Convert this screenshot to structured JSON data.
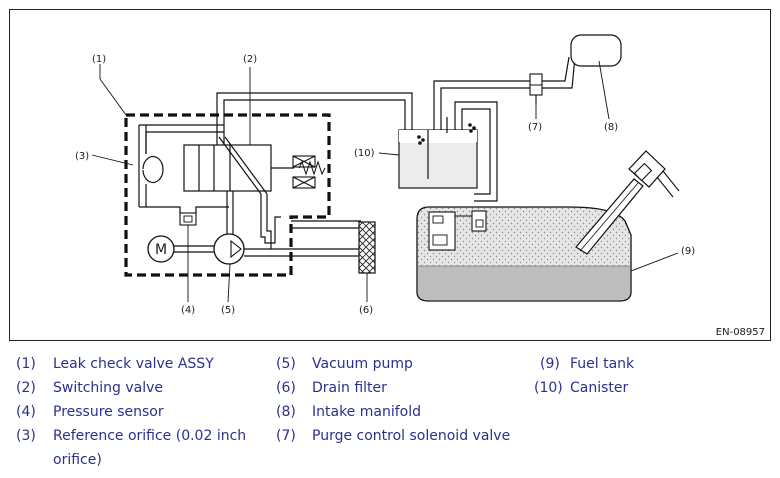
{
  "diagram": {
    "code": "EN-08957",
    "callouts": {
      "c1": "(1)",
      "c2": "(2)",
      "c3": "(3)",
      "c4": "(4)",
      "c5": "(5)",
      "c6": "(6)",
      "c7": "(7)",
      "c8": "(8)",
      "c9": "(9)",
      "c10": "(10)"
    },
    "motor_letter": "M"
  },
  "legend": {
    "col1": [
      {
        "num": "(1)",
        "text": "Leak check valve ASSY"
      },
      {
        "num": "(2)",
        "text": "Switching valve"
      },
      {
        "num": "(4)",
        "text": "Pressure sensor"
      },
      {
        "num": "(3)",
        "text": "Reference orifice (0.02 inch orifice)"
      }
    ],
    "col2": [
      {
        "num": "(5)",
        "text": "Vacuum pump"
      },
      {
        "num": "(6)",
        "text": "Drain filter"
      },
      {
        "num": "(8)",
        "text": "Intake manifold"
      },
      {
        "num": "(7)",
        "text": "Purge control solenoid valve"
      }
    ],
    "col3": [
      {
        "num": "(9)",
        "text": "Fuel tank"
      },
      {
        "num": "(10)",
        "text": "Canister"
      }
    ]
  },
  "colors": {
    "legend_text": "#2b2f8f",
    "line": "#1a1a1a",
    "fuel": "#bdbdbd"
  }
}
